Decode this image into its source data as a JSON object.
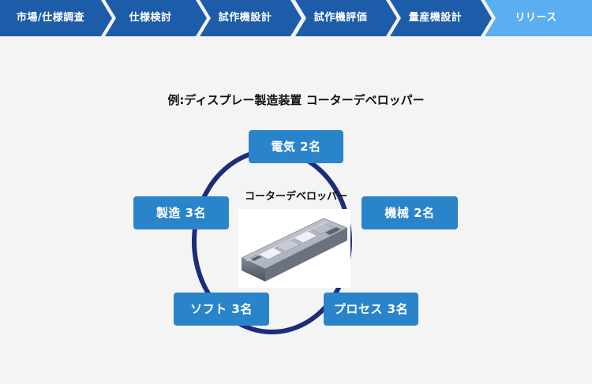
{
  "process_steps": [
    {
      "label": "市場/仕様調査",
      "color": "#1d5ca8"
    },
    {
      "label": "仕様検討",
      "color": "#1d5ca8"
    },
    {
      "label": "試作機設計",
      "color": "#1d5ca8"
    },
    {
      "label": "試作機評価",
      "color": "#1d5ca8"
    },
    {
      "label": "量産機設計",
      "color": "#1d5ca8"
    },
    {
      "label": "リリース",
      "color": "#5baef0"
    }
  ],
  "example_title": "例:ディスプレー製造装置 コーターデベロッパー",
  "center": {
    "title": "コーターデベロッパー",
    "image_icon": "coater-developer-machine"
  },
  "roles": {
    "electric": "電気 2名",
    "mechanical": "機械 2名",
    "manufacturing": "製造 3名",
    "software": "ソフト 3名",
    "process": "プロセス 3名"
  },
  "colors": {
    "ring": "#1c2c7a",
    "role_box": "#2a84c9",
    "background": "#f4f4f4"
  }
}
